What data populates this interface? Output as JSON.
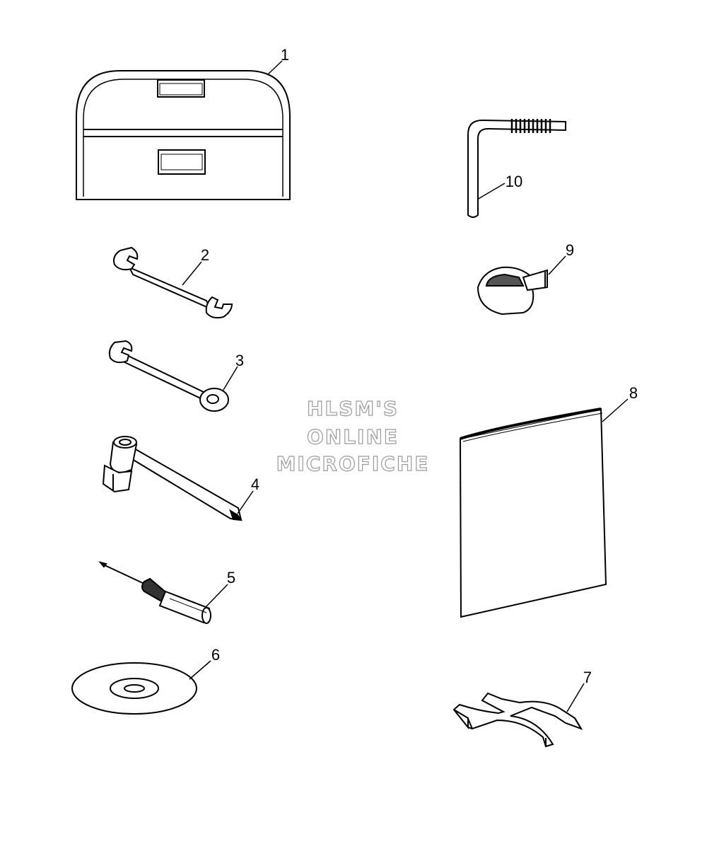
{
  "watermark": {
    "line1": "HLSM'S",
    "line2": "ONLINE",
    "line3": "MICROFICHE"
  },
  "callouts": [
    "1",
    "2",
    "3",
    "4",
    "5",
    "6",
    "7",
    "8",
    "9",
    "10"
  ]
}
